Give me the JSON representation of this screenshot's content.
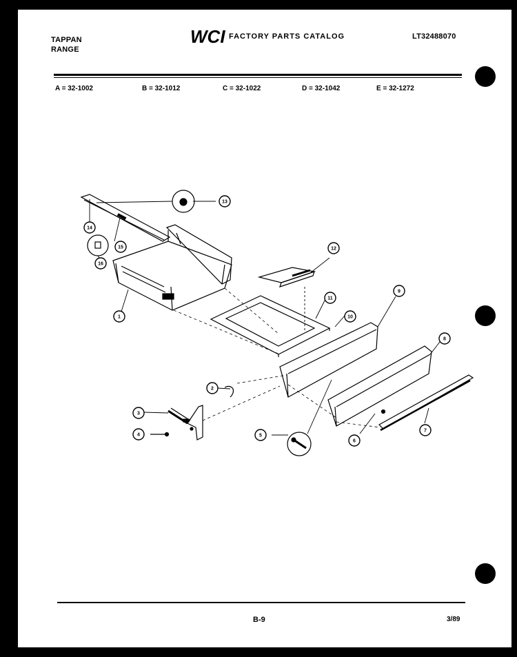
{
  "header": {
    "brand_line1": "TAPPAN",
    "brand_line2": "RANGE",
    "logo_text": "WCI",
    "catalog_title": "FACTORY PARTS CATALOG",
    "document_number": "LT32488070"
  },
  "models": [
    "A = 32-1002",
    "B = 32-1012",
    "C = 32-1022",
    "D = 32-1042",
    "E = 32-1272"
  ],
  "callouts": [
    "1",
    "2",
    "3",
    "4",
    "5",
    "6",
    "7",
    "8",
    "9",
    "10",
    "11",
    "12",
    "13",
    "14",
    "15",
    "16"
  ],
  "footer": {
    "page": "B-9",
    "date": "3/89"
  }
}
